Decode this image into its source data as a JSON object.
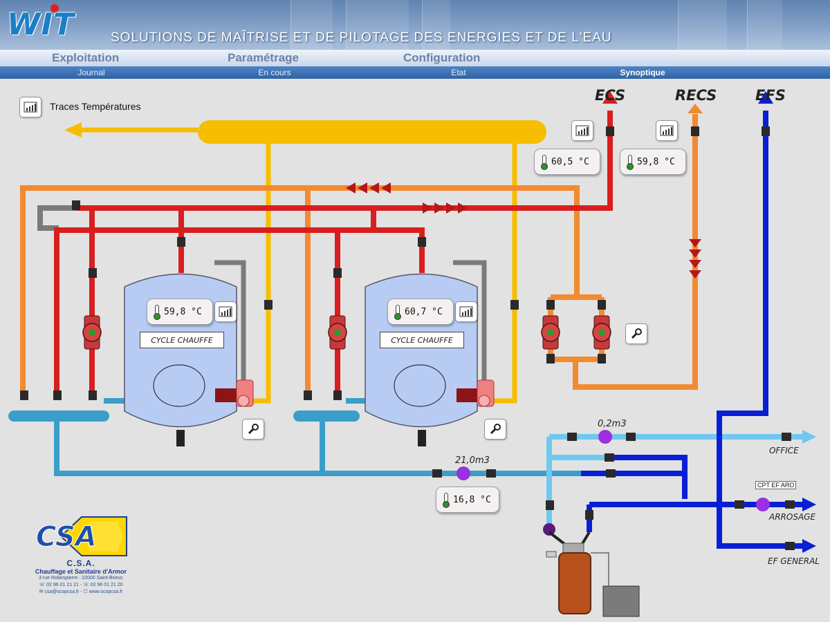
{
  "header": {
    "logo": "WIT",
    "slogan": "SOLUTIONS DE MAÎTRISE ET DE PILOTAGE DES ENERGIES ET DE L'EAU"
  },
  "menu": {
    "main": [
      "Exploitation",
      "Paramétrage",
      "Configuration"
    ],
    "sub": [
      "Journal",
      "En cours",
      "Etat",
      "Synoptique"
    ],
    "active_sub": "Synoptique"
  },
  "traces": {
    "label": "Traces Températures"
  },
  "circuits": {
    "ecs": "ECS",
    "recs": "RECS",
    "efs": "EFS"
  },
  "temperatures": {
    "ecs": "60,5 °C",
    "recs": "59,8 °C",
    "tank1": "59,8 °C",
    "tank2": "60,7 °C",
    "cold_water": "16,8 °C"
  },
  "tanks": {
    "tank1_state": "CYCLE CHAUFFE",
    "tank2_state": "CYCLE CHAUFFE"
  },
  "meters": {
    "office_volume": "0,2m3",
    "main_volume": "21,0m3"
  },
  "outlets": {
    "office": "OFFICE",
    "arrosage": "ARROSAGE",
    "ef_general": "EF GENERAL",
    "cpt_label": "CPT EF ARO"
  },
  "company": {
    "logo": "CSA",
    "name": "C.S.A.",
    "full_name": "Chauffage et Sanitaire d'Armor",
    "address": "3 rue Robespierre - 22000 Saint-Brieuc",
    "phone": "☏ 02 96 01 21 21 - ☏ 02 96 01 21 20",
    "web": "✉ csa@scopcsa.fr - ☐ www.scopcsa.fr"
  },
  "colors": {
    "hot": "#d81e1e",
    "return": "#f28a30",
    "collector": "#f7bd00",
    "cold_light": "#6fc8ef",
    "cold_dark": "#0a1fd4",
    "primary": "#3a9ec9",
    "tank": "#b8ccf3"
  }
}
